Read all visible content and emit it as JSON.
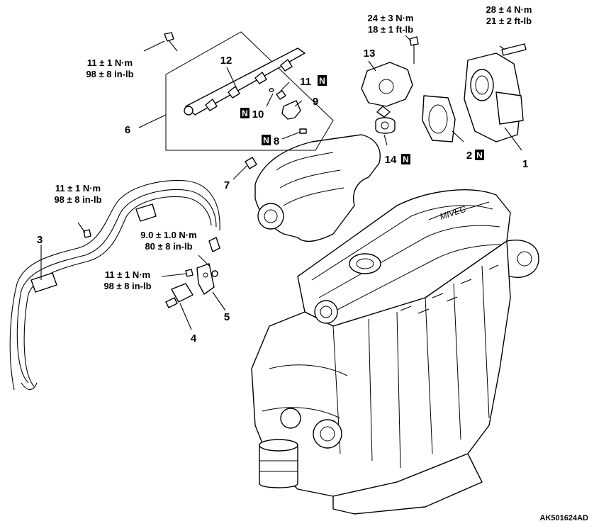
{
  "torque_specs": {
    "fuel_rail_bolt": {
      "nm": "11 ± 1 N·m",
      "imperial": "98 ± 8 in-lb"
    },
    "throttle_actuator_bolt": {
      "nm": "24 ± 3 N·m",
      "imperial": "18 ± 1 ft-lb"
    },
    "throttle_body_bolt": {
      "nm": "28 ± 4 N·m",
      "imperial": "21 ± 2 ft-lb"
    },
    "hose_clamp_bolt": {
      "nm": "11 ± 1 N·m",
      "imperial": "98 ± 8 in-lb"
    },
    "bracket_nut": {
      "nm": "9.0 ± 1.0 N·m",
      "imperial": "80 ± 8 in-lb"
    },
    "valve_bolt": {
      "nm": "11 ± 1 N·m",
      "imperial": "98 ± 8 in-lb"
    }
  },
  "callouts": {
    "c1": "1",
    "c2": "2",
    "c3": "3",
    "c4": "4",
    "c5": "5",
    "c6": "6",
    "c7": "7",
    "c8": "8",
    "c9": "9",
    "c10": "10",
    "c11": "11",
    "c12": "12",
    "c13": "13",
    "c14": "14"
  },
  "replace_marker": "N",
  "figure_ref": "AK501624AD"
}
